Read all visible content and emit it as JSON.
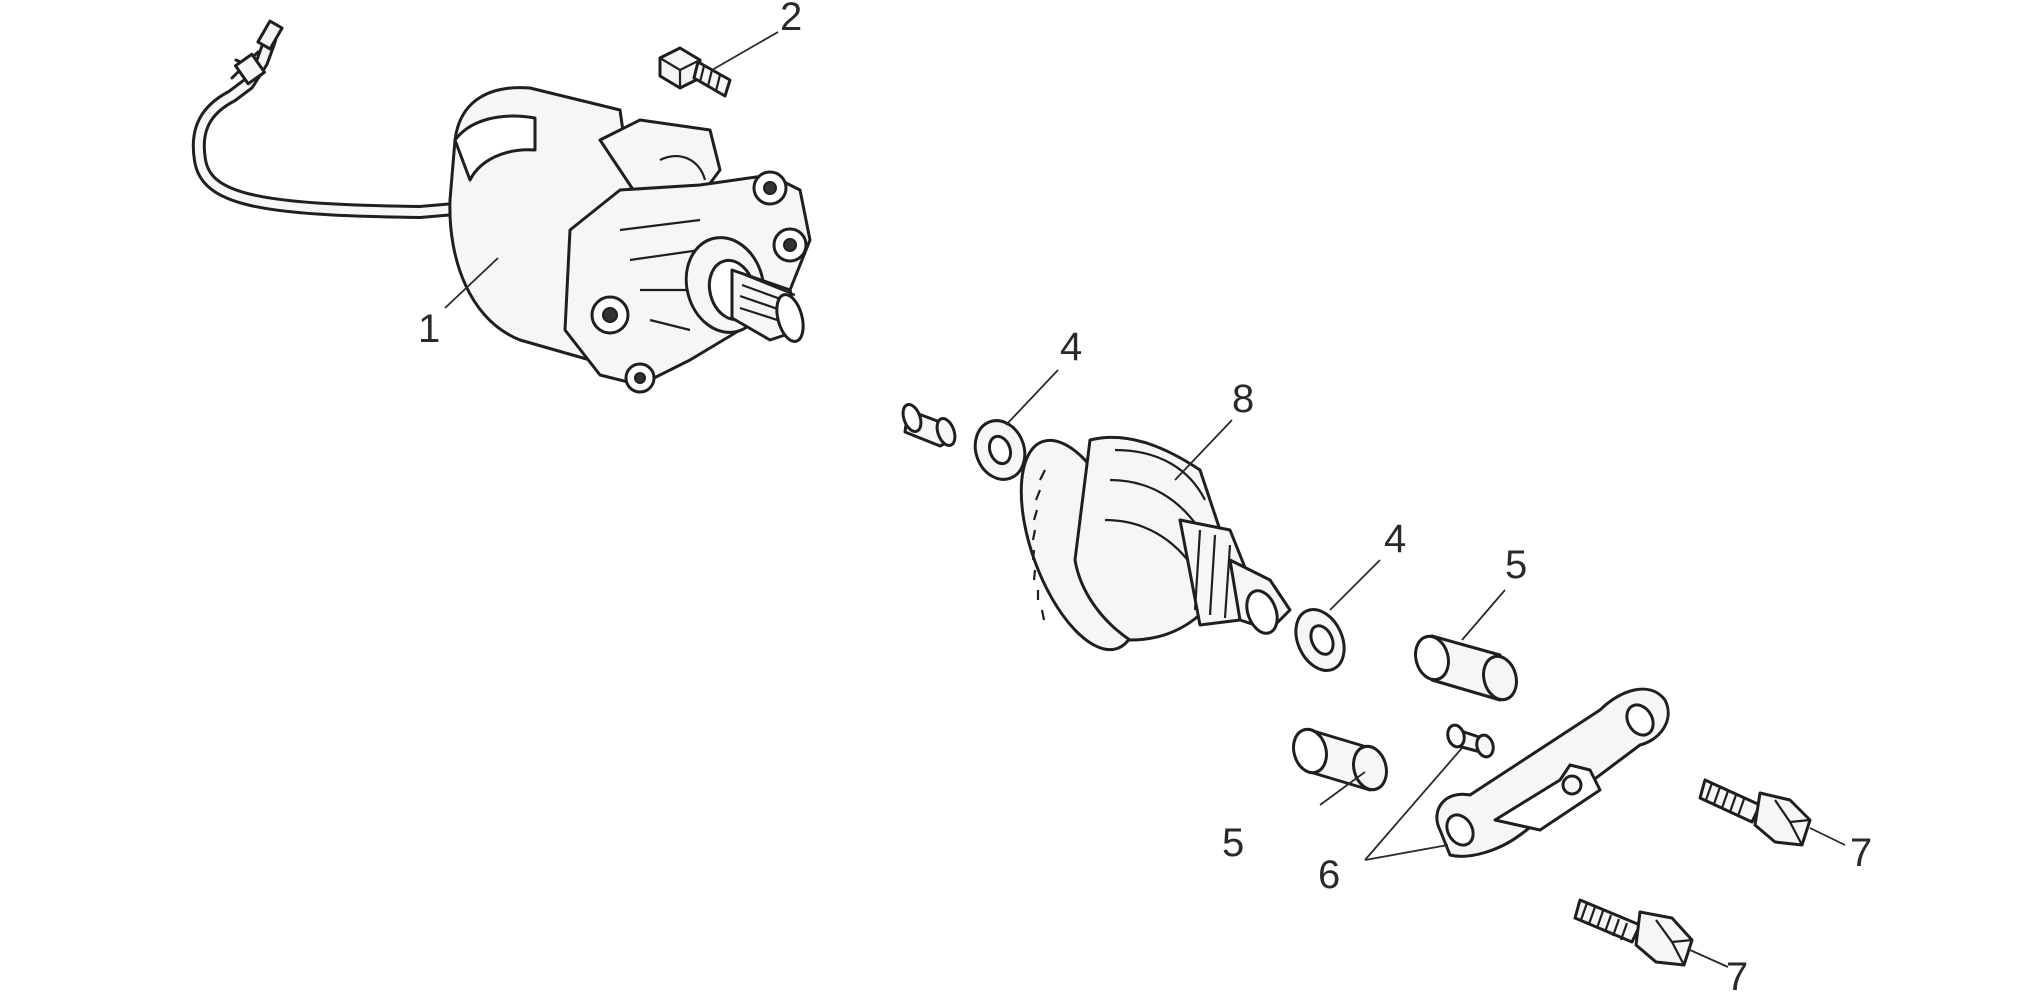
{
  "callouts": {
    "c1": "1",
    "c2": "2",
    "c4a": "4",
    "c4b": "4",
    "c5a": "5",
    "c5b": "5",
    "c6": "6",
    "c7a": "7",
    "c7b": "7",
    "c8": "8"
  }
}
